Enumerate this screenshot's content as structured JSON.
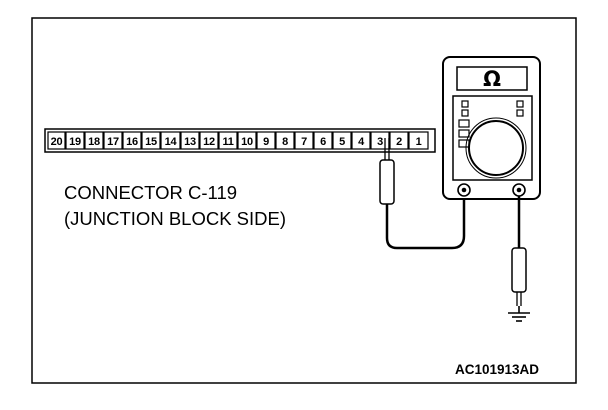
{
  "connector": {
    "pins": [
      "20",
      "19",
      "18",
      "17",
      "16",
      "15",
      "14",
      "13",
      "12",
      "11",
      "10",
      "9",
      "8",
      "7",
      "6",
      "5",
      "4",
      "3",
      "2",
      "1"
    ],
    "probed_pin": "3",
    "caption_line1": "CONNECTOR C-119",
    "caption_line2": "(JUNCTION BLOCK SIDE)"
  },
  "meter": {
    "mode_symbol": "Ω",
    "mode_icon": "ohm-icon"
  },
  "ground": {
    "icon": "ground-icon"
  },
  "figure": {
    "reference_code": "AC101913AD"
  }
}
